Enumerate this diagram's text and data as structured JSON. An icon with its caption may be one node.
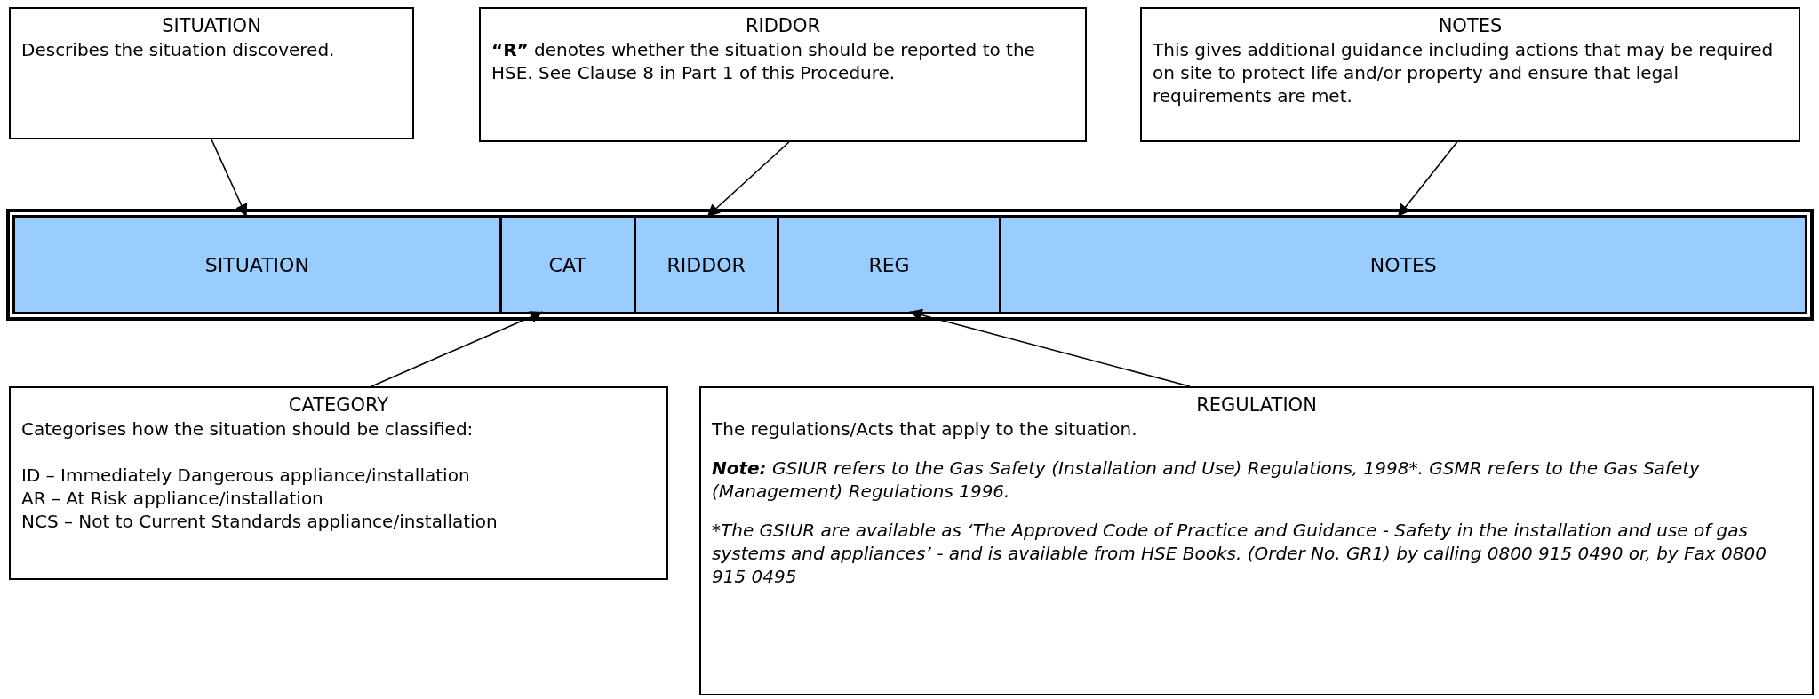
{
  "diagram": {
    "nodes": [
      {
        "text": [
          "SITUATION",
          "Describes the situation discovered."
        ]
      },
      {
        "text": [
          "RIDDOR",
          "**“R”** denotes whether the situation should be reported to the HSE. See Clause 8 in Part 1 of this Procedure."
        ]
      },
      {
        "text": [
          "NOTES",
          "This gives additional guidance including actions that may be required on site to protect life and/or property and ensure that legal requirements are met."
        ]
      },
      {
        "text": [],
        "shape": "bar"
      },
      {
        "text": [
          "SITUATION"
        ],
        "in": 3
      },
      {
        "text": [
          "CAT"
        ],
        "in": 3
      },
      {
        "text": [
          "RIDDOR"
        ],
        "in": 3
      },
      {
        "text": [
          "REG"
        ],
        "in": 3
      },
      {
        "text": [
          "NOTES"
        ],
        "in": 3
      },
      {
        "text": [
          "CATEGORY",
          "Categorises how the situation should be classified:",
          "ID – Immediately Dangerous appliance/installation",
          "AR – At Risk appliance/installation",
          "NCS – Not to Current Standards appliance/installation"
        ]
      },
      {
        "text": [
          "REGULATION",
          "The regulations/Acts that apply to the situation.",
          "**Note:** GSIUR refers to the Gas Safety (Installation and Use) Regulations, 1998*. GSMR refers to the Gas Safety (Management) Regulations 1996.",
          "*The GSIUR are available as ‘The Approved Code of Practice and Guidance - Safety in the installation and use of gas systems and appliances’ - and is available from HSE Books. (Order No. GR1) by calling 0800 915 0490 or, by Fax 0800 915 0495"
        ]
      }
    ],
    "edges": [
      {
        "from": 0,
        "to": 4,
        "arrow": "to"
      },
      {
        "from": 1,
        "to": 6,
        "arrow": "to"
      },
      {
        "from": 2,
        "to": 8,
        "arrow": "to"
      },
      {
        "from": 9,
        "to": 5,
        "arrow": "to"
      },
      {
        "from": 10,
        "to": 7,
        "arrow": "to"
      }
    ]
  }
}
